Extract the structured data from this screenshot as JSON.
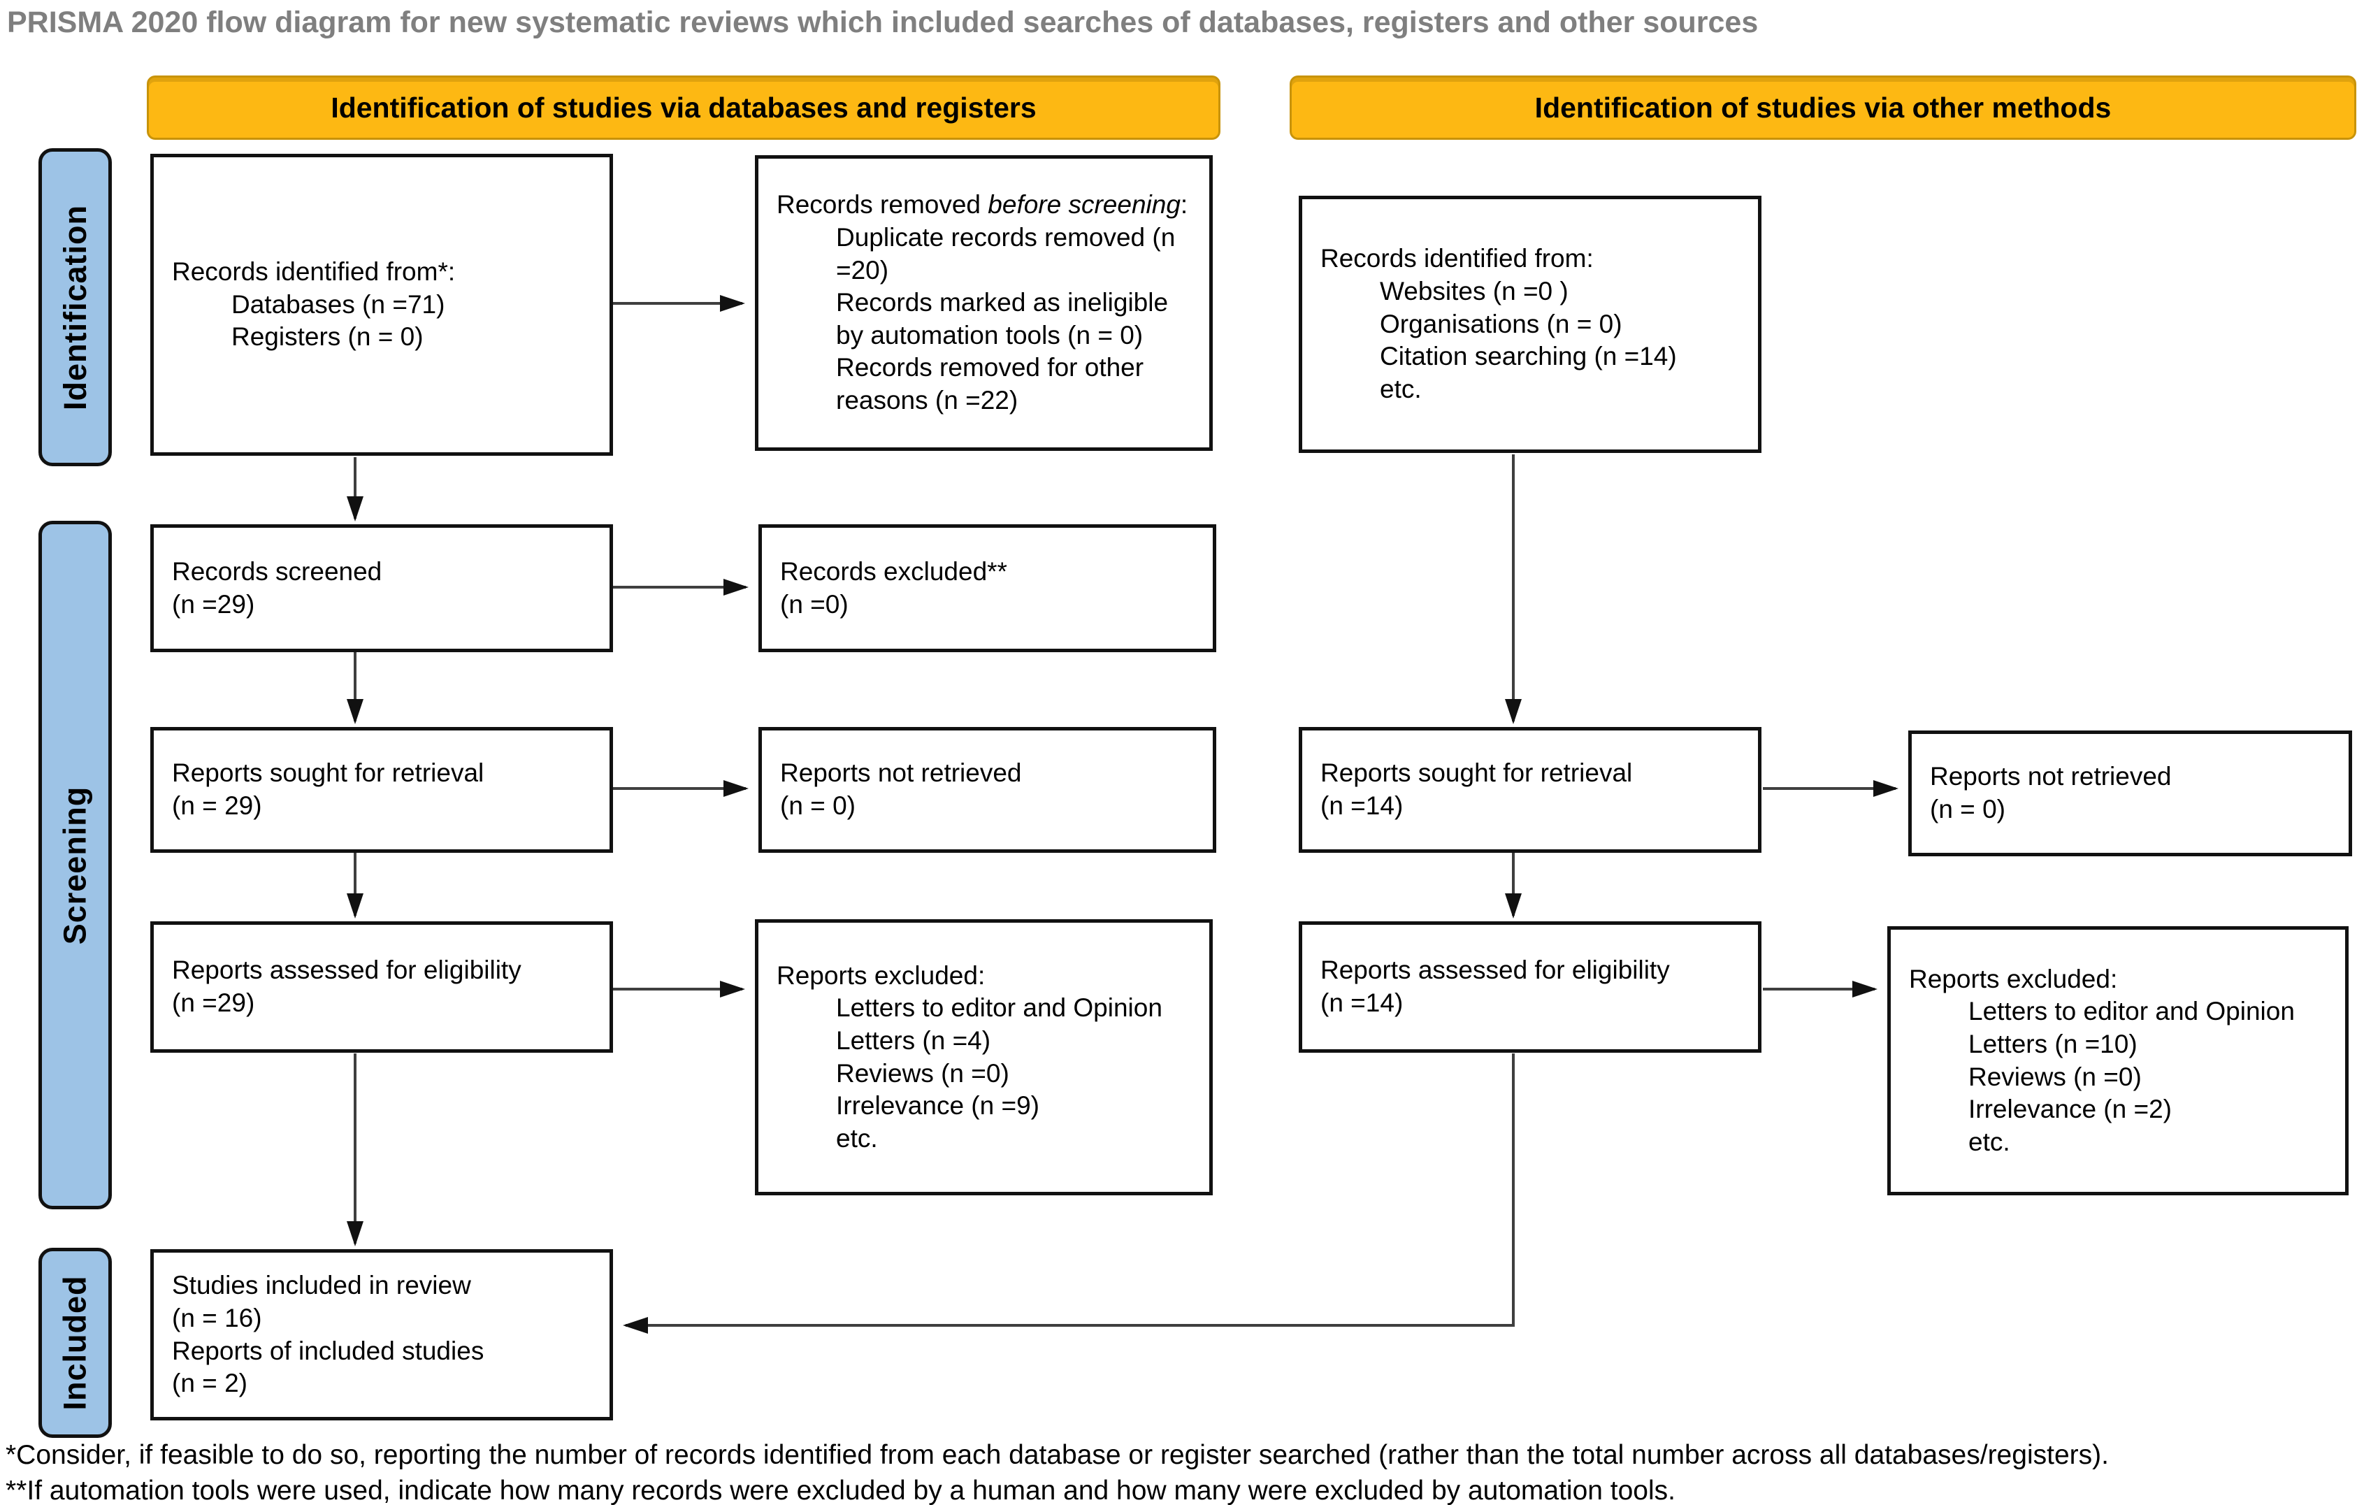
{
  "page": {
    "title": "PRISMA 2020 flow diagram for new systematic reviews which included searches of databases, registers and other sources"
  },
  "colors": {
    "header_fill": "#FDB813",
    "header_border": "#C8930A",
    "side_label_fill": "#9DC3E6",
    "title_gray": "#7F7F7F",
    "connector": "#3F3F3F",
    "box_border": "#111111"
  },
  "headers": {
    "left": "Identification of studies via databases and registers",
    "right": "Identification of studies via other methods"
  },
  "side_labels": {
    "identification": "Identification",
    "screening": "Screening",
    "included": "Included"
  },
  "boxes": {
    "db_identified": {
      "lead": "Records identified from*:",
      "items": [
        "Databases (n =71)",
        "Registers (n = 0)"
      ]
    },
    "records_removed": {
      "lead": "Records removed ",
      "lead_italic": "before screening",
      "lead_suffix": ":",
      "items": [
        "Duplicate records removed (n =20)",
        "Records marked as ineligible by automation tools (n = 0)",
        "Records removed for other reasons (n =22)"
      ]
    },
    "other_identified": {
      "lead": "Records identified from:",
      "items": [
        "Websites (n =0 )",
        "Organisations (n = 0)",
        "Citation searching (n =14)",
        "etc."
      ]
    },
    "records_screened": {
      "lines": [
        "Records screened",
        "(n =29)"
      ]
    },
    "records_excluded": {
      "lines": [
        "Records excluded**",
        "(n =0)"
      ]
    },
    "sought_db": {
      "lines": [
        "Reports sought for retrieval",
        "(n = 29)"
      ]
    },
    "not_retrieved_db": {
      "lines": [
        "Reports not retrieved",
        "(n = 0)"
      ]
    },
    "sought_other": {
      "lines": [
        "Reports sought for retrieval",
        "(n =14)"
      ]
    },
    "not_retrieved_other": {
      "lines": [
        "Reports not retrieved",
        "(n = 0)"
      ]
    },
    "assessed_db": {
      "lines": [
        "Reports assessed for eligibility",
        "(n =29)"
      ]
    },
    "excluded_db": {
      "lead": "Reports excluded:",
      "items": [
        "Letters to editor and Opinion Letters (n =4)",
        "Reviews (n =0)",
        "Irrelevance (n =9)",
        "etc."
      ]
    },
    "assessed_other": {
      "lines": [
        "Reports assessed for eligibility",
        "(n =14)"
      ]
    },
    "excluded_other": {
      "lead": "Reports excluded:",
      "items": [
        "Letters to editor and Opinion Letters (n =10)",
        "Reviews (n =0)",
        "Irrelevance (n =2)",
        "etc."
      ]
    },
    "included": {
      "lines": [
        "Studies included in review",
        "(n = 16)",
        "Reports of included studies",
        "(n = 2)"
      ]
    }
  },
  "footnotes": [
    "*Consider, if feasible to do so, reporting the number of records identified from each database or register searched (rather than the total number across all databases/registers).",
    "**If automation tools were used, indicate how many records were excluded by a human and how many were excluded by automation tools."
  ]
}
